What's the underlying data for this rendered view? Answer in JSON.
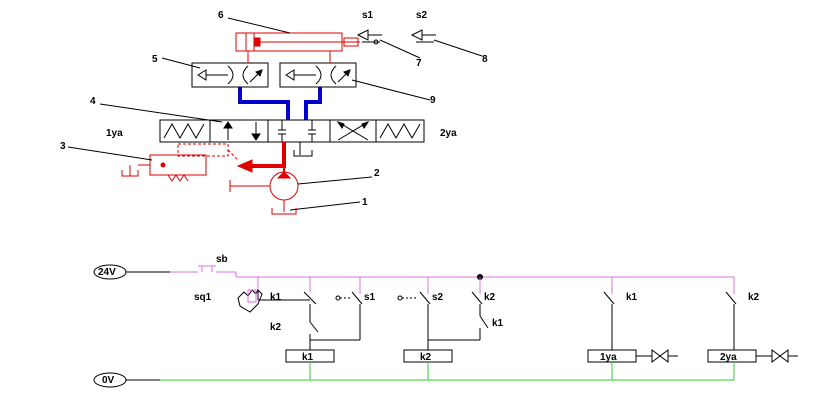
{
  "hydraulic": {
    "callouts": [
      "1",
      "2",
      "3",
      "4",
      "5",
      "6",
      "7",
      "8",
      "9"
    ],
    "valve_coil_left": "1ya",
    "valve_coil_right": "2ya",
    "limit_switch_1": "s1",
    "limit_switch_2": "s2"
  },
  "electrical": {
    "rail_top": "24V",
    "rail_bottom": "0V",
    "start_button": "sb",
    "handle_switch": "sq1",
    "contacts": {
      "k1_seal": "k1",
      "k2_interlock": "k2",
      "s1": "s1",
      "s2": "s2",
      "k2_branch": "k2",
      "k1_interlock": "k1",
      "k1_out": "k1",
      "k2_out": "k2"
    },
    "coils": [
      "k1",
      "k2",
      "1ya",
      "2ya"
    ]
  },
  "colors": {
    "active_hydraulic": "#e00000",
    "pressure_line": "#0000cc",
    "live_wire": "#e070e0",
    "ground_wire": "#33cc33",
    "normal": "#000000"
  }
}
